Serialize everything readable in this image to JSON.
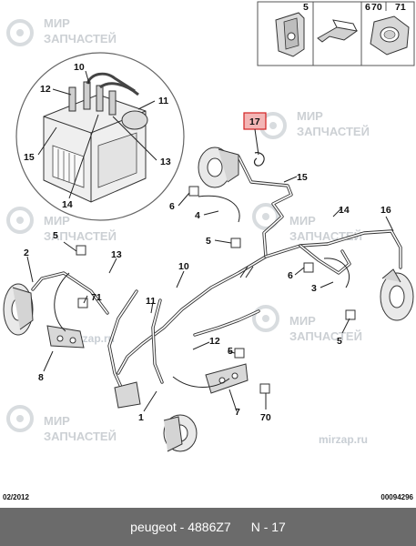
{
  "watermark": {
    "brand_line1": "МИР",
    "brand_line2": "ЗАПЧАСТЕЙ",
    "site": "mirzap.ru"
  },
  "parts_strip": {
    "labels": [
      "5",
      "6",
      "70",
      "71"
    ]
  },
  "callouts": {
    "highlighted": "17",
    "abs_unit": [
      "10",
      "12",
      "11",
      "15",
      "13",
      "14"
    ],
    "assembly": [
      "15",
      "6",
      "4",
      "5",
      "14",
      "16",
      "2",
      "5",
      "13",
      "10",
      "6",
      "3",
      "71",
      "11",
      "5",
      "12",
      "5",
      "8",
      "7",
      "1",
      "70"
    ]
  },
  "footer": {
    "date": "02/2012",
    "doc_number": "00094296"
  },
  "caption": {
    "brand": "peugeot",
    "part_number": "4886Z7",
    "page": "N - 17"
  },
  "colors": {
    "highlight_fill": "#f3b5b5",
    "highlight_stroke": "#d22222",
    "caption_bg": "#6b6b6b",
    "watermark": "#ccd0d4"
  }
}
